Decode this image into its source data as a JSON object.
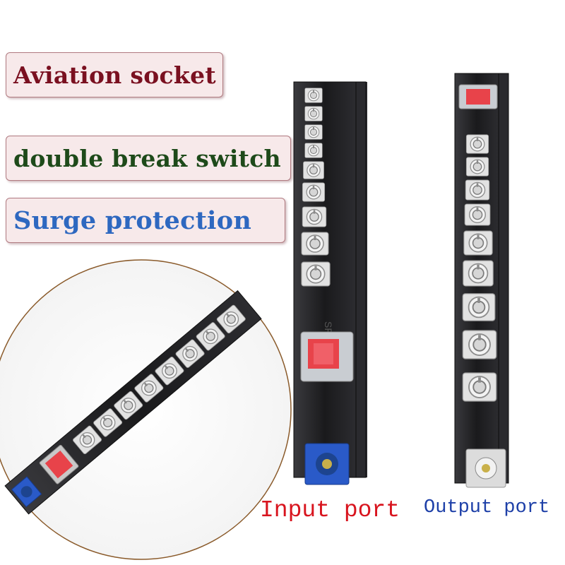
{
  "labels": {
    "aviation_socket": "Aviation socket",
    "double_break_switch": "double break switch",
    "surge_protection": "Surge protection"
  },
  "captions": {
    "input_port": "Input port",
    "output_port": "Output port"
  },
  "strip_marking": "SPD",
  "colors": {
    "label_box_bg": "#f7e9ea",
    "label1_text": "#7a1020",
    "label2_text": "#1e4a1a",
    "label3_text": "#2e68c0",
    "input_caption": "#d8141e",
    "output_caption": "#1e40a8",
    "strip_body": "#1c1c1e",
    "input_connector": "#2a5ac8",
    "output_connector": "#d9d9d9",
    "switch_red": "#e8434a"
  }
}
